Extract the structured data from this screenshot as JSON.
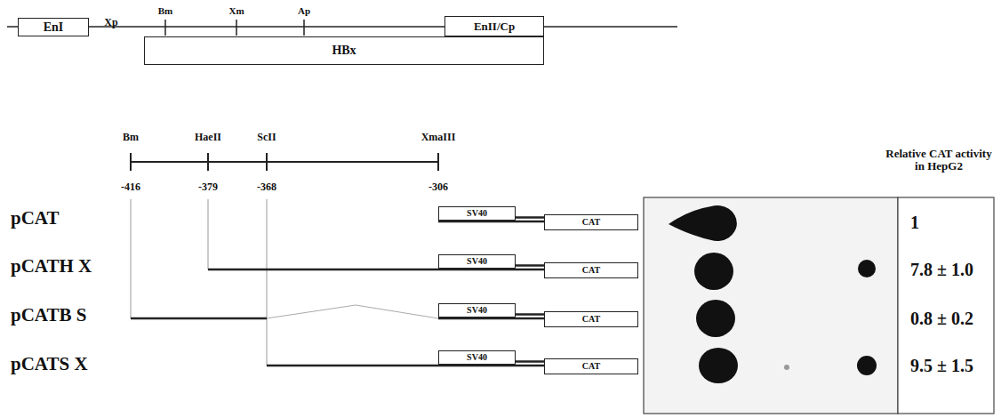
{
  "diagram": {
    "nodes": [
      {
        "text": [
          "EnI"
        ]
      },
      {
        "text": [
          "EnII/Cp"
        ]
      },
      {
        "text": [
          "HBx"
        ]
      },
      {
        "text": [
          "SV40"
        ]
      },
      {
        "text": [
          "CAT"
        ]
      },
      {
        "text": [
          "SV40"
        ]
      },
      {
        "text": [
          "CAT"
        ]
      },
      {
        "text": [
          "SV40"
        ]
      },
      {
        "text": [
          "CAT"
        ]
      },
      {
        "text": [
          "SV40"
        ]
      },
      {
        "text": [
          "CAT"
        ]
      }
    ],
    "edges": [
      {
        "from": 3,
        "to": 4,
        "arrow": "none"
      },
      {
        "from": 5,
        "to": 6,
        "arrow": "none"
      },
      {
        "from": 7,
        "to": 8,
        "arrow": "none"
      },
      {
        "from": 9,
        "to": 10,
        "arrow": "none"
      }
    ],
    "labels": [
      "Xp",
      "Bm",
      "Xm",
      "Ap",
      "Bm",
      "HaeII",
      "ScII",
      "XmaIII",
      "-416",
      "-379",
      "-368",
      "-306",
      "Relative CAT activity in HepG2",
      "pCAT",
      "1",
      "pCATH X",
      "7.8 ± 1.0",
      "pCATB S",
      "0.8 ± 0.2",
      "pCATS X",
      "9.5 ± 1.5"
    ]
  }
}
